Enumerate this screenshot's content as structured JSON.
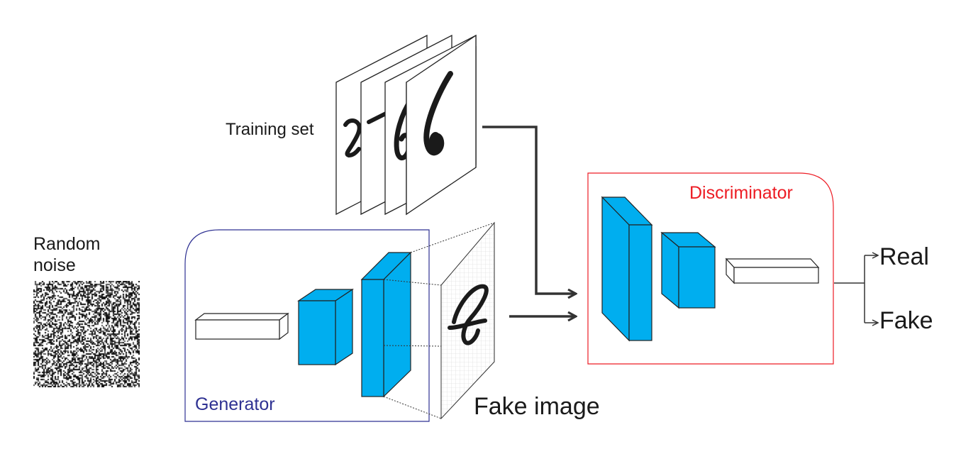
{
  "labels": {
    "training_set": "Training set",
    "random_noise": "Random noise",
    "generator": "Generator",
    "discriminator": "Discriminator",
    "fake_image": "Fake image",
    "real": "Real",
    "fake": "Fake"
  },
  "colors": {
    "generator": "#2e3192",
    "discriminator": "#ed1c24",
    "layer": "#00aeef",
    "arrow": "#333333"
  }
}
